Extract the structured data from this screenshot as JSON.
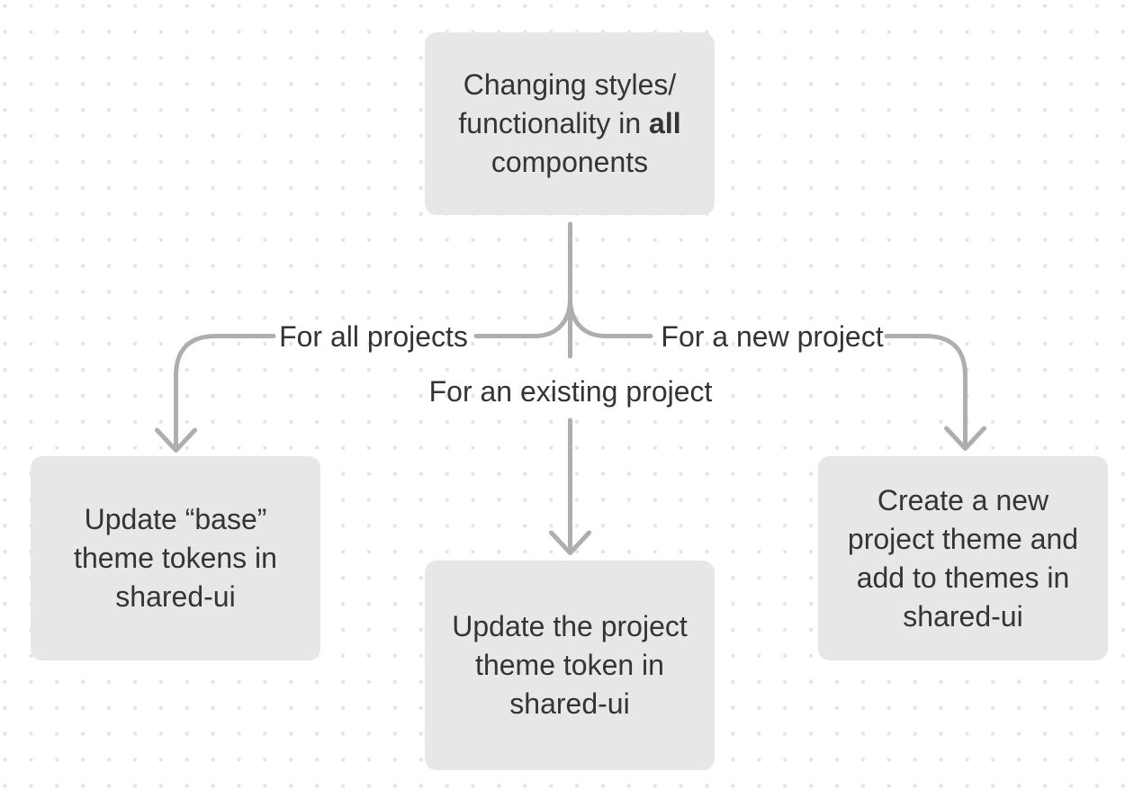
{
  "diagram": {
    "nodes": {
      "top": {
        "line1": "Changing styles/",
        "line2_before": "functionality in ",
        "line2_bold": "all",
        "line3": "components"
      },
      "left": {
        "lines": [
          "Update “base”",
          "theme tokens in",
          "shared-ui"
        ]
      },
      "middle": {
        "lines": [
          "Update the project",
          "theme token in",
          "shared-ui"
        ]
      },
      "right": {
        "lines": [
          "Create a new",
          "project theme and",
          "add to themes in",
          "shared-ui"
        ]
      }
    },
    "edge_labels": {
      "all_projects": "For all projects",
      "existing_project": "For an existing project",
      "new_project": "For a new project"
    }
  },
  "colors": {
    "background": "#ffffff",
    "dot": "#e4e4e4",
    "node_fill": "#e7e7e7",
    "text": "#343434",
    "connector": "#aeaeae"
  }
}
